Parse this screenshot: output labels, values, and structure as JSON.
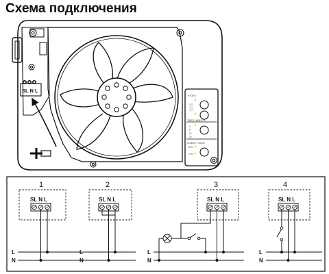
{
  "title": "Схема подключения",
  "device": {
    "terminal_label": "SL N L",
    "panel": {
      "section_1": "HYGRO",
      "section_2": "TIMER / MINUTES",
      "section_3": "HUMIDITY MODE",
      "timer_values": [
        "3",
        "6",
        "10",
        "15"
      ],
      "humidity_values": [
        "60%",
        "70%"
      ]
    }
  },
  "diagrams": [
    {
      "number": "1",
      "terminal": "SL N L"
    },
    {
      "number": "2",
      "terminal": "SL N L"
    },
    {
      "number": "3",
      "terminal": "SL N L"
    },
    {
      "number": "4",
      "terminal": "SL N L"
    }
  ],
  "lines": {
    "live": "L",
    "neutral": "N"
  }
}
